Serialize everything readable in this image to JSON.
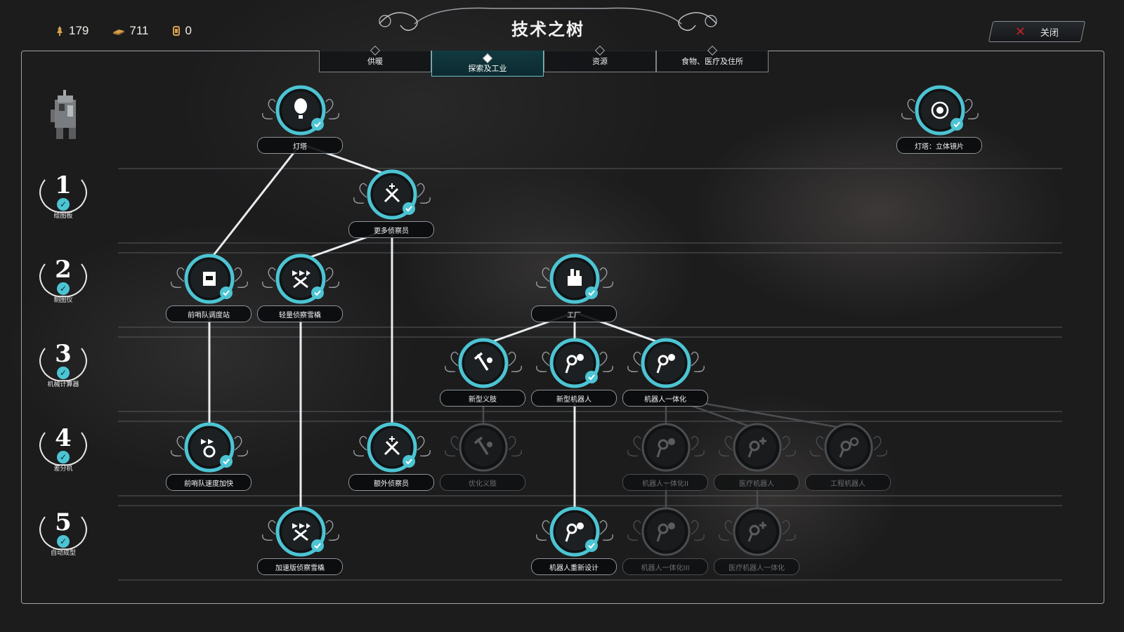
{
  "resources": [
    {
      "icon": "people-icon",
      "value": "179",
      "color": "#d7a14a"
    },
    {
      "icon": "steel-icon",
      "value": "711",
      "color": "#d7a14a"
    },
    {
      "icon": "steam-core-icon",
      "value": "0",
      "color": "#d7a14a"
    }
  ],
  "title": "技术之树",
  "close_label": "关闭",
  "tabs": [
    {
      "label": "供暖",
      "active": false
    },
    {
      "label": "探索及工业",
      "active": true
    },
    {
      "label": "资源",
      "active": false
    },
    {
      "label": "食物、医疗及住所",
      "active": false
    }
  ],
  "tiers": [
    {
      "num": "1",
      "label": "绘图板"
    },
    {
      "num": "2",
      "label": "制图仪"
    },
    {
      "num": "3",
      "label": "机械计算器"
    },
    {
      "num": "4",
      "label": "差分机"
    },
    {
      "num": "5",
      "label": "自动成型"
    }
  ],
  "nodes": [
    {
      "id": "lighthouse",
      "label": "灯塔",
      "icon": "balloon-icon",
      "state": "researched"
    },
    {
      "id": "lighthouse-lens",
      "label": "灯塔：立体镜片",
      "icon": "lens-icon",
      "state": "researched"
    },
    {
      "id": "more-scouts",
      "label": "更多侦察员",
      "icon": "pickaxe-plus-icon",
      "state": "researched"
    },
    {
      "id": "outpost-depot",
      "label": "前哨队调度站",
      "icon": "depot-icon",
      "state": "researched"
    },
    {
      "id": "light-sledge",
      "label": "轻量侦察雪橇",
      "icon": "sledge-icon",
      "state": "researched"
    },
    {
      "id": "factory",
      "label": "工厂",
      "icon": "factory-icon",
      "state": "researched"
    },
    {
      "id": "new-prosthetics",
      "label": "新型义肢",
      "icon": "prosthetic-icon",
      "state": "available"
    },
    {
      "id": "new-automaton",
      "label": "新型机器人",
      "icon": "automaton-icon",
      "state": "researched"
    },
    {
      "id": "automaton-integration",
      "label": "机器人一体化",
      "icon": "automaton-info-icon",
      "state": "available"
    },
    {
      "id": "outpost-speed",
      "label": "前哨队速度加快",
      "icon": "speed-gear-icon",
      "state": "researched"
    },
    {
      "id": "extra-scouts",
      "label": "额外侦察员",
      "icon": "pickaxe-plus-icon",
      "state": "researched"
    },
    {
      "id": "optimized-prosthetics",
      "label": "优化义肢",
      "icon": "prosthetic-icon",
      "state": "locked"
    },
    {
      "id": "automaton-integration-2",
      "label": "机器人一体化II",
      "icon": "automaton-info-icon",
      "state": "locked"
    },
    {
      "id": "medical-automaton",
      "label": "医疗机器人",
      "icon": "medical-automaton-icon",
      "state": "locked"
    },
    {
      "id": "engineer-automaton",
      "label": "工程机器人",
      "icon": "engineer-automaton-icon",
      "state": "locked"
    },
    {
      "id": "fast-sledge",
      "label": "加速版侦察雪橇",
      "icon": "sledge-icon",
      "state": "researched"
    },
    {
      "id": "automaton-redesign",
      "label": "机器人重新设计",
      "icon": "automaton-icon",
      "state": "researched"
    },
    {
      "id": "automaton-integration-3",
      "label": "机器人一体化III",
      "icon": "automaton-info-icon",
      "state": "locked"
    },
    {
      "id": "medical-automaton-integration",
      "label": "医疗机器人一体化",
      "icon": "medical-automaton-icon",
      "state": "locked"
    }
  ],
  "colors": {
    "accent": "#4cc4d3",
    "frame": "#9da1a5",
    "locked": "#5a5d60"
  }
}
